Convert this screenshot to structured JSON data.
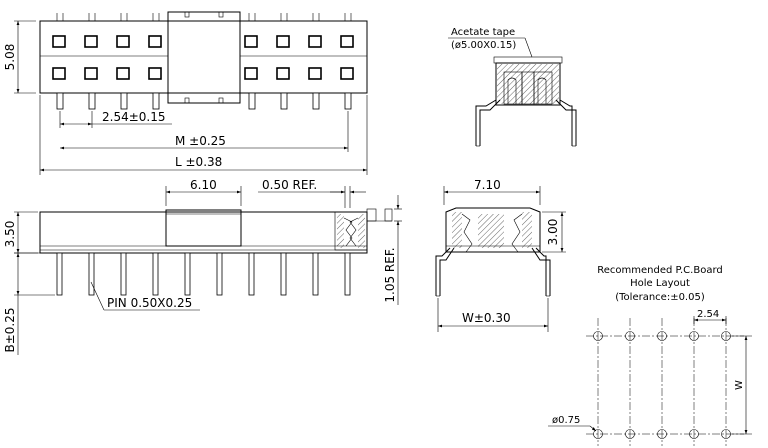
{
  "top_view": {
    "height_dim": "5.08",
    "pitch_dim": "2.54±0.15",
    "m_dim": "M ±0.25",
    "l_dim": "L ±0.38"
  },
  "front_view": {
    "gap_dim": "6.10",
    "ref_dim": "0.50 REF.",
    "height_dim": "3.50",
    "tail_dim": "1.05 REF.",
    "pin_label": "PIN 0.50X0.25",
    "b_dim": "B±0.25"
  },
  "side_view": {
    "tape_label": "Acetate tape",
    "tape_size": "(ø5.00X0.15)",
    "width_top_dim": "7.10",
    "height_dim": "3.00",
    "w_dim": "W±0.30"
  },
  "pcb_layout": {
    "title_line1": "Recommended P.C.Board",
    "title_line2": "Hole Layout",
    "title_line3": "(Tolerance:±0.05)",
    "pitch_dim": "2.54",
    "w_dim": "W",
    "hole_dim": "ø0.75"
  }
}
